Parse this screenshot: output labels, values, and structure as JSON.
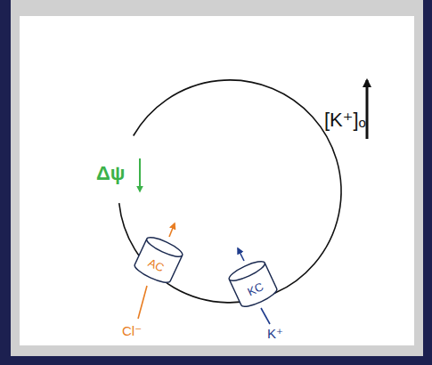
{
  "diagram": {
    "nodes": [
      {
        "text": [
          "AC"
        ]
      },
      {
        "text": [
          "KC"
        ]
      }
    ],
    "labels": [
      "Δψ",
      "[K⁺]ₒ",
      "Cl⁻",
      "K⁺"
    ]
  }
}
